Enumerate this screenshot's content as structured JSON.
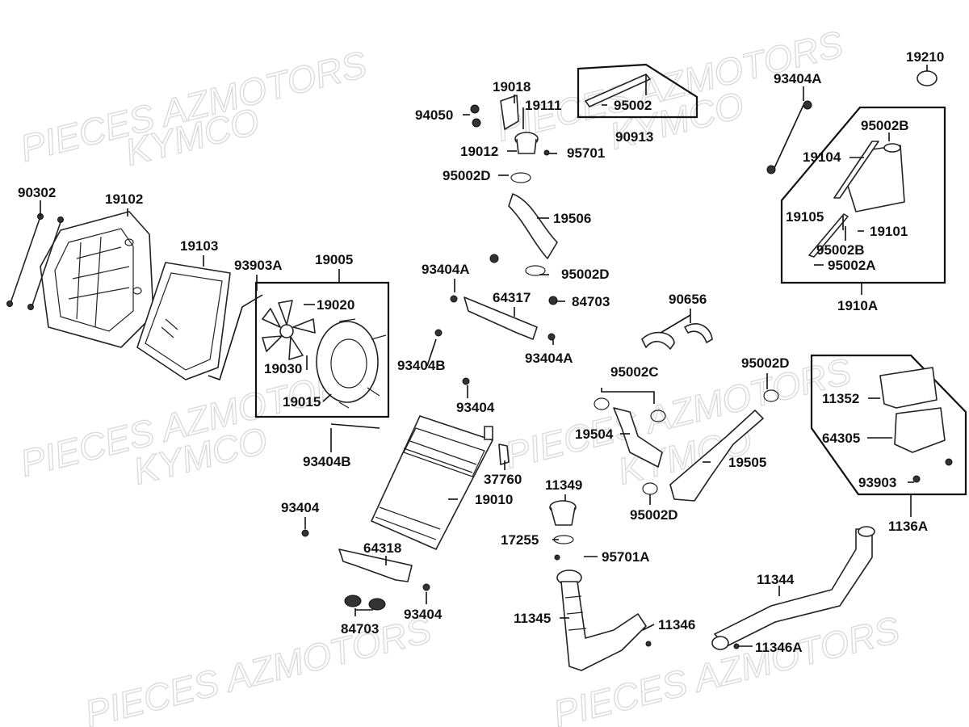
{
  "watermarks": [
    "PIECES AZMOTORS",
    "KYMCO"
  ],
  "labels": {
    "l90302": "90302",
    "l19102": "19102",
    "l19103": "19103",
    "l93903A": "93903A",
    "l19005": "19005",
    "l19020": "19020",
    "l19030": "19030",
    "l19015": "19015",
    "l93404B_a": "93404B",
    "l93404B_b": "93404B",
    "l93404_a": "93404",
    "l93404_b": "93404",
    "l93404_c": "93404",
    "l93404A_a": "93404A",
    "l93404A_b": "93404A",
    "l93404A_c": "93404A",
    "l19018": "19018",
    "l19111": "19111",
    "l94050": "94050",
    "l19012": "19012",
    "l95701": "95701",
    "l95002D_a": "95002D",
    "l95002D_b": "95002D",
    "l95002D_c": "95002D",
    "l95002D_d": "95002D",
    "l95002": "95002",
    "l90913": "90913",
    "l19506": "19506",
    "l64317": "64317",
    "l84703_a": "84703",
    "l84703_b": "84703",
    "l90656": "90656",
    "l95002C": "95002C",
    "l19504": "19504",
    "l19505": "19505",
    "l37760": "37760",
    "l19010": "19010",
    "l11349": "11349",
    "l17255": "17255",
    "l95701A": "95701A",
    "l64318": "64318",
    "l11345": "11345",
    "l11346": "11346",
    "l11344": "11344",
    "l11346A": "11346A",
    "l19210": "19210",
    "l95002B_a": "95002B",
    "l95002B_b": "95002B",
    "l19104": "19104",
    "l19105": "19105",
    "l19101": "19101",
    "l95002A": "95002A",
    "l1910A": "1910A",
    "l11352": "11352",
    "l64305": "64305",
    "l93903": "93903",
    "l1136A": "1136A"
  }
}
